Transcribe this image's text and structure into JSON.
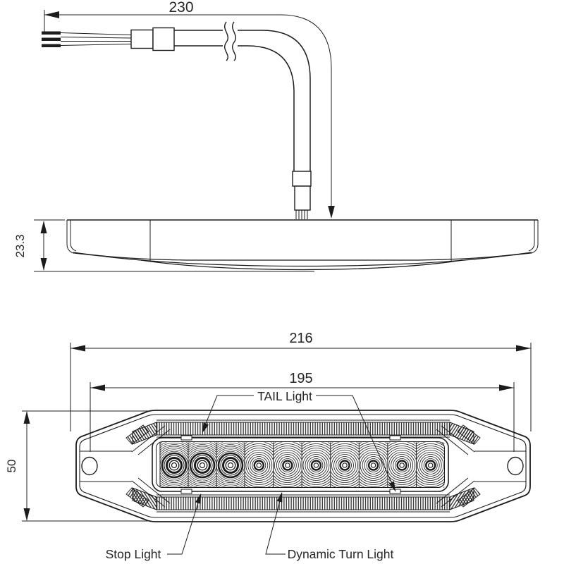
{
  "drawing": {
    "dim_cable_length": "230",
    "dim_side_height": "23.3",
    "dim_width_outer": "216",
    "dim_width_inner": "195",
    "dim_front_height": "50",
    "label_tail": "TAIL Light",
    "label_stop": "Stop Light",
    "label_turn": "Dynamic Turn Light"
  },
  "leds": {
    "stop_count": 3,
    "turn_count": 7
  },
  "colors": {
    "line": "#1c1c1c",
    "background": "#ffffff"
  }
}
